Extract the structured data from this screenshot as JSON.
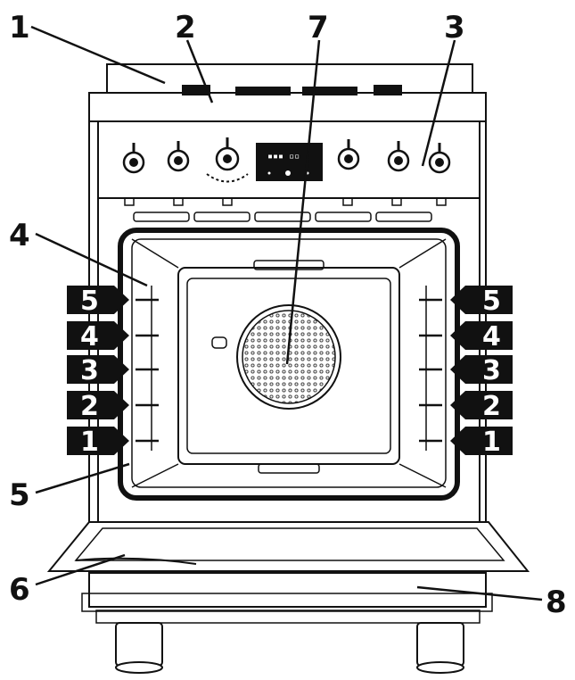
{
  "callouts": [
    {
      "id": "c1",
      "label": "1"
    },
    {
      "id": "c2",
      "label": "2"
    },
    {
      "id": "c3",
      "label": "3"
    },
    {
      "id": "c4",
      "label": "4"
    },
    {
      "id": "c5",
      "label": "5"
    },
    {
      "id": "c6",
      "label": "6"
    },
    {
      "id": "c7",
      "label": "7"
    },
    {
      "id": "c8",
      "label": "8"
    }
  ],
  "shelf_levels": [
    "5",
    "4",
    "3",
    "2",
    "1"
  ],
  "colors": {
    "line": "#111111",
    "tag": "#111111",
    "background": "#ffffff"
  }
}
